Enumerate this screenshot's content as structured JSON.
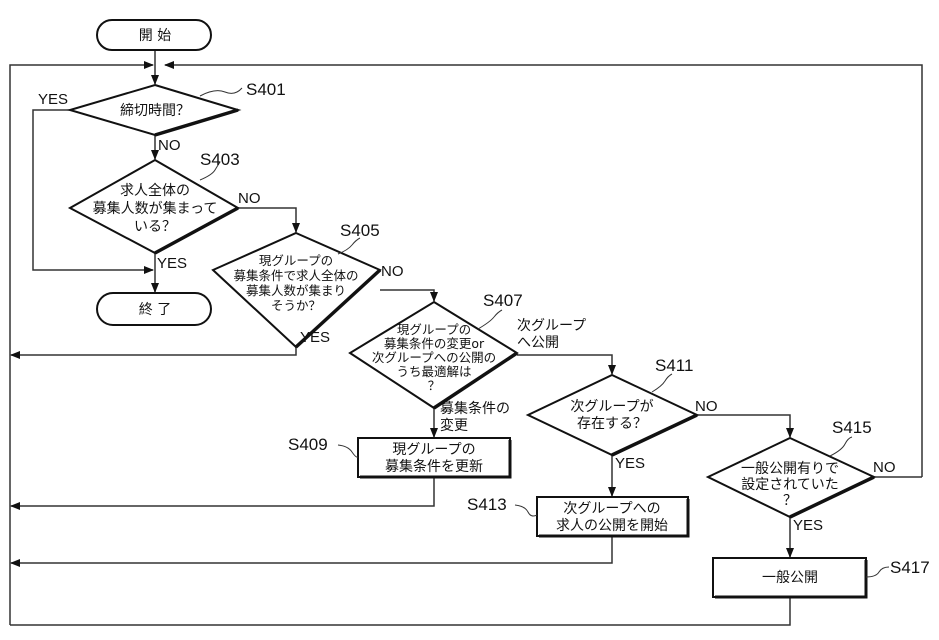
{
  "terminals": {
    "start": "開 始",
    "end": "終 了"
  },
  "decisions": {
    "S401": {
      "step": "S401",
      "lines": [
        "締切時間？"
      ]
    },
    "S403": {
      "step": "S403",
      "lines": [
        "求人全体の",
        "募集人数が集まって",
        "いる？"
      ]
    },
    "S405": {
      "step": "S405",
      "lines": [
        "現グループの",
        "募集条件で求人全体の",
        "募集人数が集まり",
        "そうか？"
      ]
    },
    "S407": {
      "step": "S407",
      "lines": [
        "現グループの",
        "募集条件の変更or",
        "次グループへの公開の",
        "うち最適解は",
        "？"
      ]
    },
    "S411": {
      "step": "S411",
      "lines": [
        "次グループが",
        "存在する？"
      ]
    },
    "S415": {
      "step": "S415",
      "lines": [
        "一般公開有りで",
        "設定されていた",
        "？"
      ]
    }
  },
  "processes": {
    "S409": {
      "step": "S409",
      "lines": [
        "現グループの",
        "募集条件を更新"
      ]
    },
    "S413": {
      "step": "S413",
      "lines": [
        "次グループへの",
        "求人の公開を開始"
      ]
    },
    "S417": {
      "step": "S417",
      "lines": [
        "一般公開"
      ]
    }
  },
  "branch_labels": {
    "yes": "YES",
    "no": "NO",
    "s407_right": [
      "次グループ",
      "へ公開"
    ],
    "s407_down": [
      "募集条件の",
      "変更"
    ]
  }
}
